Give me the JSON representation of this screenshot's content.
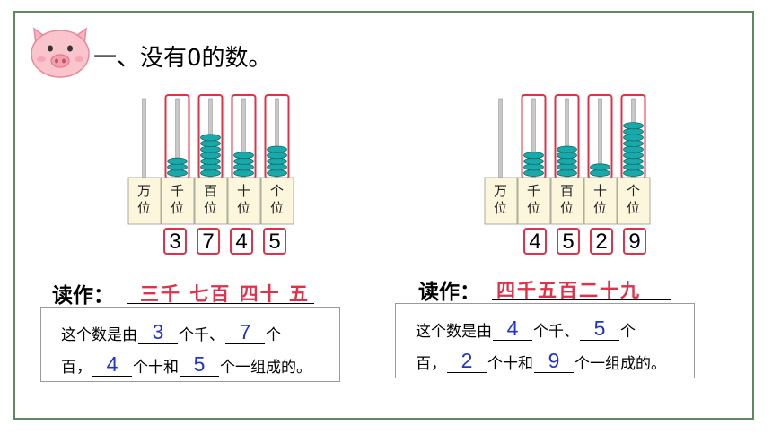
{
  "section_title": "一、没有0的数。",
  "place_labels": [
    {
      "chars": [
        "万",
        "位"
      ]
    },
    {
      "chars": [
        "千",
        "位"
      ]
    },
    {
      "chars": [
        "百",
        "位"
      ]
    },
    {
      "chars": [
        "十",
        "位"
      ]
    },
    {
      "chars": [
        "个",
        "位"
      ]
    }
  ],
  "examples": [
    {
      "digits": [
        "3",
        "7",
        "4",
        "5"
      ],
      "bead_counts": [
        0,
        3,
        7,
        4,
        5
      ],
      "read_label": "读作：",
      "read_value": "三千 七百 四十 五",
      "desc": {
        "p1": "这个数是由",
        "p2": "个千、",
        "p3": "个",
        "p4": "百，",
        "p5": "个十和",
        "p6": "个一组成的。",
        "thousands": "3",
        "hundreds": "7",
        "tens": "4",
        "ones": "5"
      }
    },
    {
      "digits": [
        "4",
        "5",
        "2",
        "9"
      ],
      "bead_counts": [
        0,
        4,
        5,
        2,
        9
      ],
      "read_label": "读作：",
      "read_value": "四千五百二十九",
      "desc": {
        "p1": "这个数是由",
        "p2": "个千、",
        "p3": "个",
        "p4": "百，",
        "p5": "个十和",
        "p6": "个一组成的。",
        "thousands": "4",
        "hundreds": "5",
        "tens": "2",
        "ones": "9"
      }
    }
  ],
  "colors": {
    "frame": "#5f8a5f",
    "highlight": "#e0304a",
    "bead": "#1aa8a8",
    "bead_dark": "#0a6e6e",
    "label_bg": "#fbf6dc",
    "answer": "#2233cc"
  }
}
